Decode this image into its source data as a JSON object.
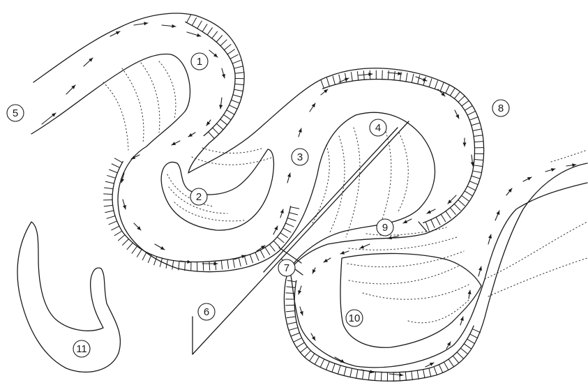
{
  "markers": [
    "1",
    "2",
    "3",
    "4",
    "5",
    "6",
    "7",
    "8",
    "9",
    "10",
    "11"
  ]
}
